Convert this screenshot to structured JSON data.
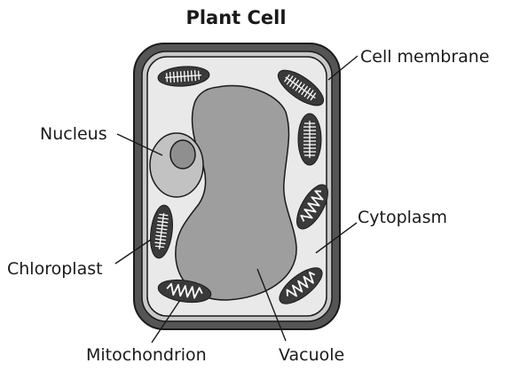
{
  "diagram": {
    "title": "Plant Cell",
    "labels": {
      "cell_membrane": "Cell membrane",
      "nucleus": "Nucleus",
      "cytoplasm": "Cytoplasm",
      "chloroplast": "Chloroplast",
      "mitochondrion": "Mitochondrion",
      "vacuole": "Vacuole"
    },
    "colors": {
      "cell_wall": "#555555",
      "cell_wall_outline": "#1a1a1a",
      "membrane_gap": "#c8c8c8",
      "cytoplasm": "#e9e9e9",
      "vacuole": "#9e9e9e",
      "nucleus": "#c2c2c2",
      "nucleolus": "#8f8f8f",
      "organelle": "#3a3a3a",
      "organelle_detail": "#ffffff"
    }
  }
}
